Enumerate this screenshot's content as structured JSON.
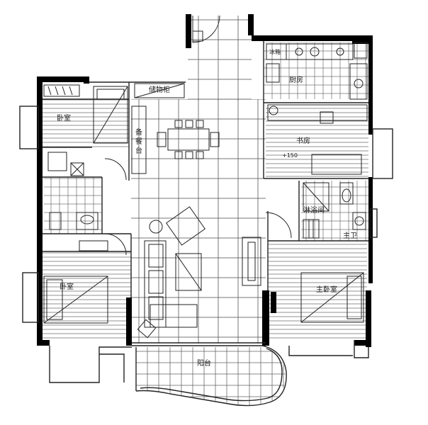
{
  "rooms": {
    "storage_cabinet": "储物柜",
    "kitchen": "厨房",
    "bedroom": "卧室",
    "study": "书房",
    "elevation": "+150",
    "sideboard": "备餐台",
    "shower": "淋浴间",
    "master_bath": "主卫",
    "second_bedroom": "卧室",
    "master_bedroom": "主卧室",
    "balcony": "阳台",
    "washer": "冰箱"
  },
  "colors": {
    "wall": "#000000",
    "line": "#333333",
    "background": "#ffffff"
  }
}
